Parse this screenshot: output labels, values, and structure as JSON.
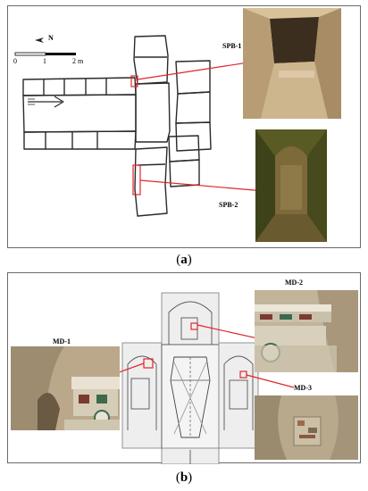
{
  "figure": {
    "panel_a": {
      "caption_open": "(",
      "caption_letter": "a",
      "caption_close": ")",
      "north_label": "N",
      "scale_ticks": [
        "0",
        "1",
        "2 m"
      ],
      "photos": [
        {
          "label": "SPB-1"
        },
        {
          "label": "SPB-2"
        }
      ]
    },
    "panel_b": {
      "caption_open": "(",
      "caption_letter": "b",
      "caption_close": ")",
      "photos": [
        {
          "label": "MD-1"
        },
        {
          "label": "MD-2"
        },
        {
          "label": "MD-3"
        }
      ]
    },
    "colors": {
      "highlight": "#e0262b",
      "plan_stroke": "#2a2a2a",
      "frame": "#6b6b6b"
    }
  }
}
